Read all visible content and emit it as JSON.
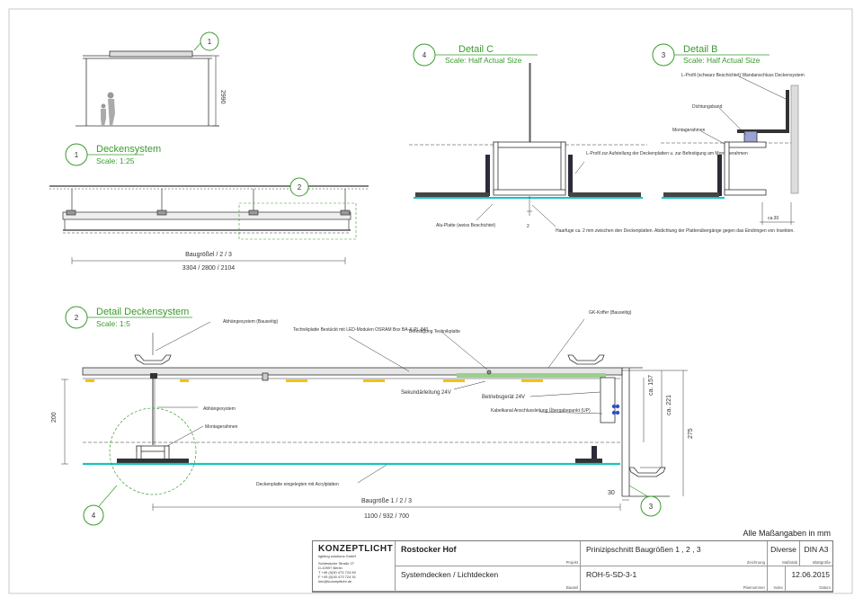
{
  "colors": {
    "green": "#3a9a2e",
    "cyan": "#17c3c3",
    "dark": "#333333",
    "panel": "#e6e6e6",
    "led": "#f2c21a",
    "blue": "#2f52c4"
  },
  "view1": {
    "callout": "1",
    "title": "Deckensystem",
    "scale": "Scale: 1:25",
    "height_dim": "2990",
    "size_label": "Baugrößel / 2 / 3",
    "size_dims": "3304 / 2800 / 2104",
    "detail_callout": "2"
  },
  "detailC": {
    "callout": "4",
    "title": "Detail C",
    "scale": "Scale: Half Actual Size",
    "note_profile": "L-Profil zur Aufstellung der Deckenplatten u. zur Befestigung am Montagerahmen",
    "note_alu": "Alu-Platte (weiss Beschichtet)",
    "note_gap": "Haarfuge ca. 2 mm zwischen den Deckenplatten. Abdichtung der Plattenübergänge gegen das Eindringen von Insekten.",
    "gap_dim": "2"
  },
  "detailB": {
    "callout": "3",
    "title": "Detail B",
    "scale": "Scale: Half Actual Size",
    "note_profile": "L-Profil (schwarz Beschichtet) Wandanschluss Deckensystem",
    "note_seal": "Dichtungsband",
    "note_frame": "Montagerahmen",
    "dim": "ca.30"
  },
  "detail2": {
    "callout": "2",
    "title": "Detail Deckensystem",
    "scale": "Scale: 1:5",
    "note_suspension": "Abhängesystem (Bauseitig)",
    "note_techplate": "Technikplatte Bestückt mit LED-Modulen OSRAM Box BA-X-PL-840",
    "note_mount": "Befestigung Technikplatte",
    "note_gk": "GK-Koffer (Bauseitig)",
    "note_sec": "Sekundärleitung 24V",
    "note_driver": "Betriebsgerät 24V",
    "note_cable": "Kabelkanal Anschlussleitung Übergabepunkt (UP)",
    "note_susp2": "Abhängesystem",
    "note_frame": "Montagerahmen",
    "note_plate": "Deckenplatte eingelegten mit Acrylplatten",
    "dim_200": "200",
    "dim_157": "ca. 157",
    "dim_221": "ca. 221",
    "dim_275": "275",
    "dim_30": "30",
    "size_label": "Baugröße 1 / 2 / 3",
    "size_dims": "1100 / 932 / 700",
    "callout4": "4",
    "callout3": "3"
  },
  "units_note": "Alle Maßangaben in mm",
  "title_block": {
    "company": "KONZEPTLICHT",
    "company_sub": "lighting solutions GmbH",
    "address": [
      "Schlesische Straße 27",
      "D-10997 Berlin",
      "T +49 (0)30 473 724 50",
      "F +49 (0)30 473 724 51",
      "info@konzeptlicht.de"
    ],
    "project": "Rostocker Hof",
    "project_label": "Projekt",
    "part": "Systemdecken / Lichtdecken",
    "part_label": "Bauteil",
    "drawing": "Prinizipschnitt Baugrößen 1 , 2 , 3",
    "drawing_label": "Zeichnung",
    "plan_no": "ROH-5-SD-3-1",
    "plan_no_label": "Plannummer",
    "scale": "Diverse",
    "scale_label": "Maßstab",
    "format": "DIN A3",
    "format_label": "Blattgröße",
    "index_label": "Index",
    "date": "12.06.2015",
    "date_label": "Datum"
  }
}
